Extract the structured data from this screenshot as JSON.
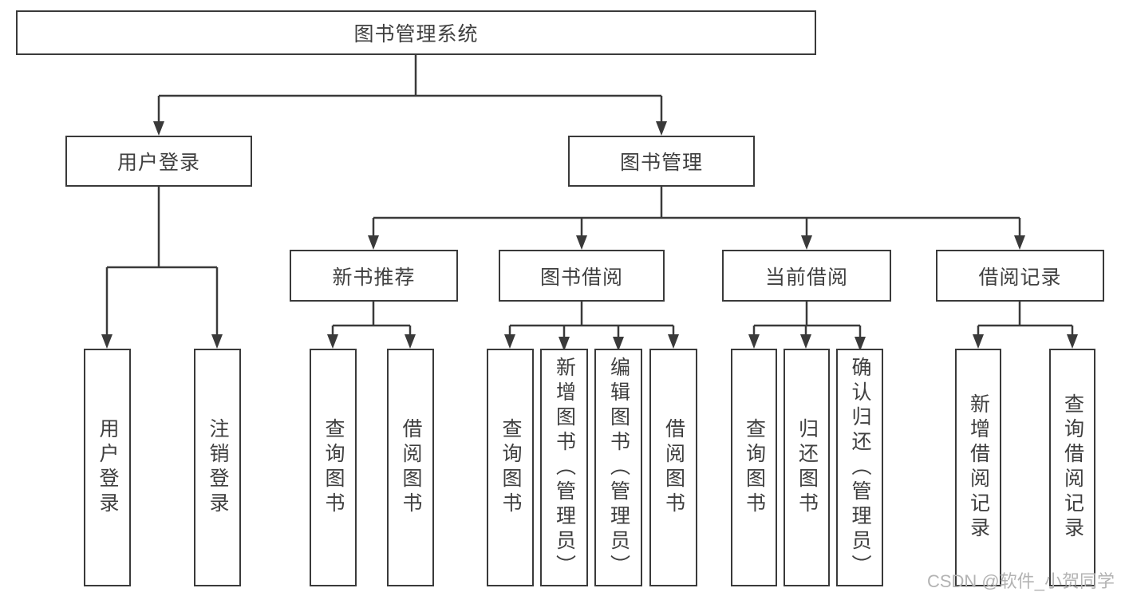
{
  "tree": {
    "root": "图书管理系统",
    "user_login": {
      "label": "用户登录",
      "children": [
        "用户登录",
        "注销登录"
      ]
    },
    "book_management": {
      "label": "图书管理",
      "children": {
        "new_book_recommend": {
          "label": "新书推荐",
          "children": [
            "查询图书",
            "借阅图书"
          ]
        },
        "book_borrowing": {
          "label": "图书借阅",
          "children": [
            "查询图书",
            "新增图书（管理员）",
            "编辑图书（管理员）",
            "借阅图书"
          ]
        },
        "current_borrowing": {
          "label": "当前借阅",
          "children": [
            "查询图书",
            "归还图书",
            "确认归还（管理员）"
          ]
        },
        "borrowing_records": {
          "label": "借阅记录",
          "children": [
            "新增借阅记录",
            "查询借阅记录"
          ]
        }
      }
    }
  },
  "colors": {
    "line": "#3a3a3a",
    "text": "#3f3f3f",
    "watermark": "#b3b3b3"
  },
  "watermark": "CSDN @软件_小贺同学"
}
